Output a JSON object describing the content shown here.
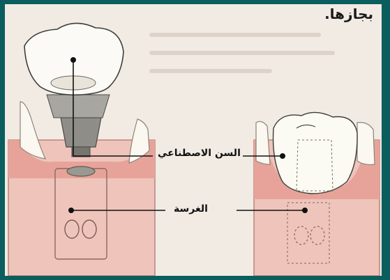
{
  "heading": "بجازها.",
  "labels": {
    "artificial_tooth": "السن الاصطناعي",
    "implant": "الغرسة"
  },
  "colors": {
    "gum": "#e8a49a",
    "gum_dark": "#d98a84",
    "bone": "#f3c9c0",
    "tooth": "#faf7ee",
    "background": "#0a5e5e"
  }
}
